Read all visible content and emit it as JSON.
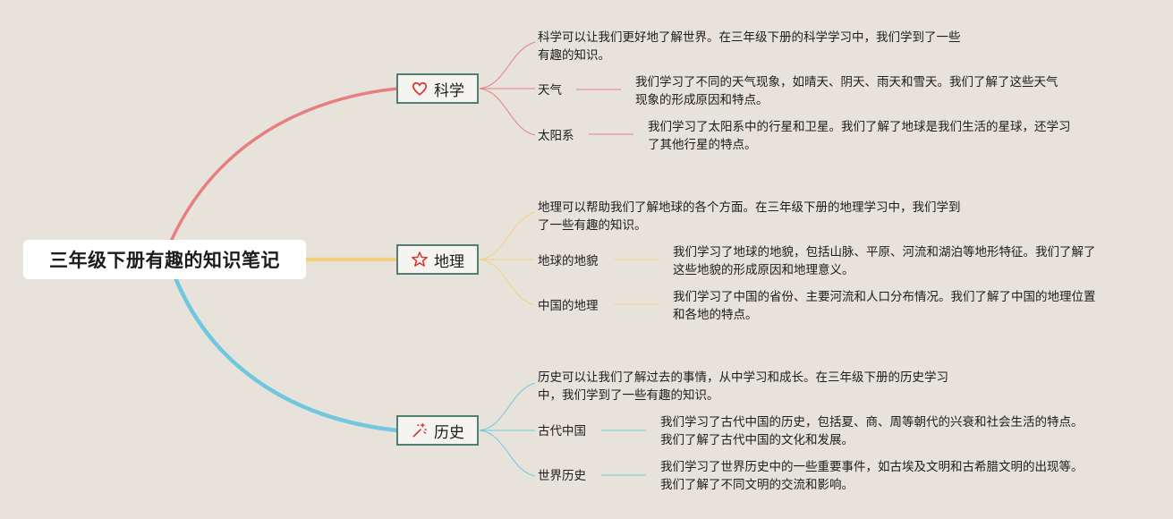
{
  "root": {
    "title": "三年级下册有趣的知识笔记"
  },
  "colors": {
    "science": "#e87e80",
    "geography": "#f3d27f",
    "history": "#6fc8df",
    "box_border": "#4f7f72"
  },
  "branches": [
    {
      "label": "科学",
      "icon": "heart-icon",
      "summary": [
        "科学可以让我们更好地了解世界。在三年级下册的科学学习中，我们学到了一些",
        "有趣的知识。"
      ],
      "topics": [
        {
          "label": "天气",
          "detail": [
            "我们学习了不同的天气现象，如晴天、阴天、雨天和雪天。我们了解了这些天气",
            "现象的形成原因和特点。"
          ]
        },
        {
          "label": "太阳系",
          "detail": [
            "我们学习了太阳系中的行星和卫星。我们了解了地球是我们生活的星球，还学习",
            "了其他行星的特点。"
          ]
        }
      ]
    },
    {
      "label": "地理",
      "icon": "star-icon",
      "summary": [
        "地理可以帮助我们了解地球的各个方面。在三年级下册的地理学习中，我们学到",
        "了一些有趣的知识。"
      ],
      "topics": [
        {
          "label": "地球的地貌",
          "detail": [
            "我们学习了地球的地貌，包括山脉、平原、河流和湖泊等地形特征。我们了解了",
            "这些地貌的形成原因和地理意义。"
          ]
        },
        {
          "label": "中国的地理",
          "detail": [
            "我们学习了中国的省份、主要河流和人口分布情况。我们了解了中国的地理位置",
            "和各地的特点。"
          ]
        }
      ]
    },
    {
      "label": "历史",
      "icon": "magic-wand-icon",
      "summary": [
        "历史可以让我们了解过去的事情，从中学习和成长。在三年级下册的历史学习",
        "中，我们学到了一些有趣的知识。"
      ],
      "topics": [
        {
          "label": "古代中国",
          "detail": [
            "我们学习了古代中国的历史，包括夏、商、周等朝代的兴衰和社会生活的特点。",
            "我们了解了古代中国的文化和发展。"
          ]
        },
        {
          "label": "世界历史",
          "detail": [
            "我们学习了世界历史中的一些重要事件，如古埃及文明和古希腊文明的出现等。",
            "我们了解了不同文明的交流和影响。"
          ]
        }
      ]
    }
  ]
}
